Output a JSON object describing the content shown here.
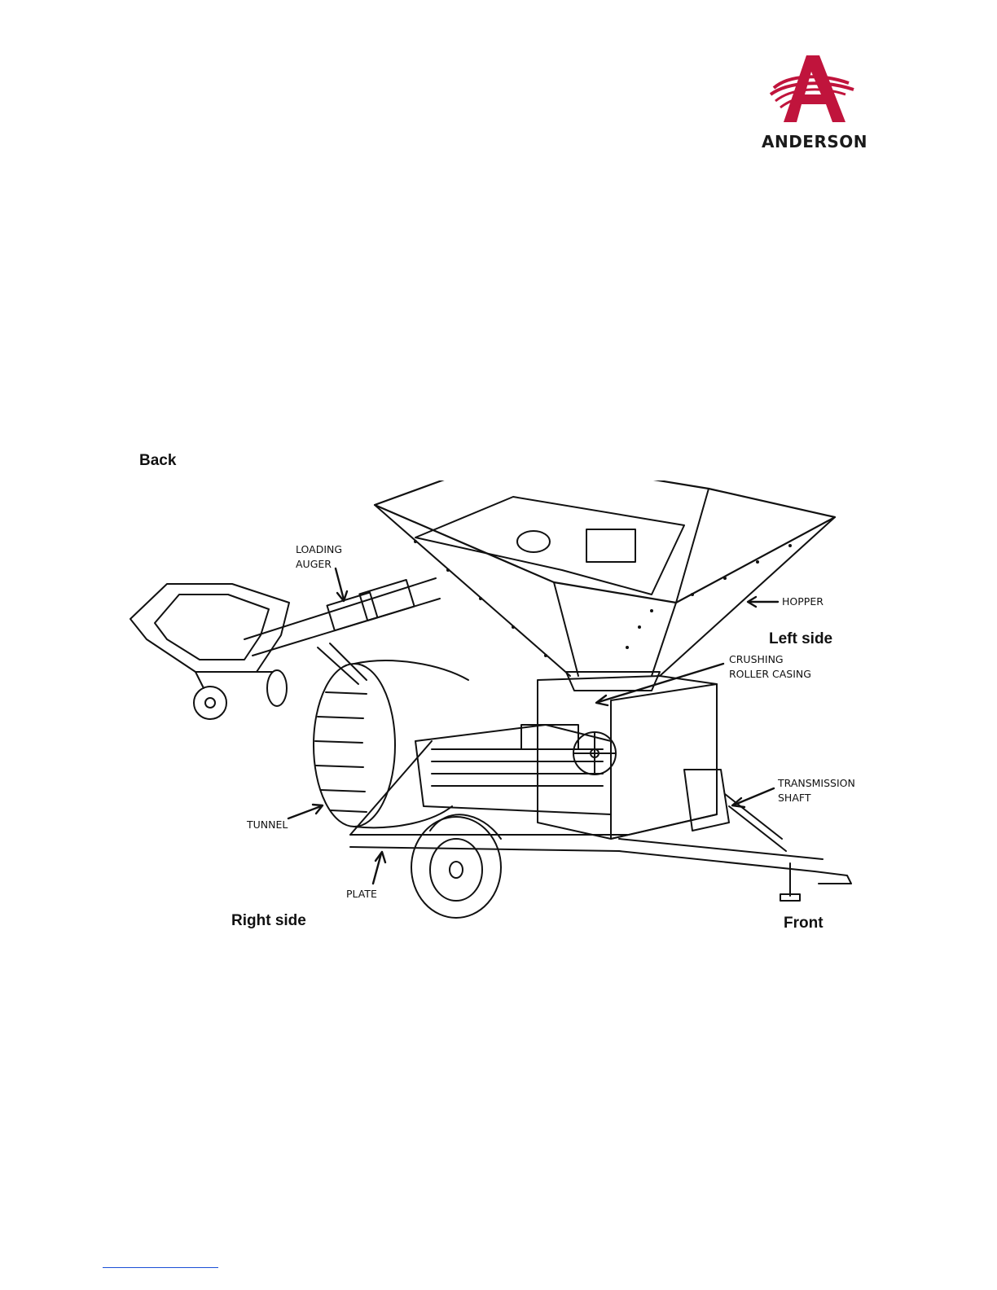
{
  "logo": {
    "name": "ANDERSON",
    "colors": {
      "brand": "#c0143c",
      "text": "#1a1a1a"
    }
  },
  "orientation": {
    "back": "Back",
    "left_side": "Left side",
    "right_side": "Right side",
    "front": "Front"
  },
  "callouts": {
    "loading_auger": "LOADING\nAUGER",
    "hopper": "HOPPER",
    "crushing_roller_casing": "CRUSHING\nROLLER CASING",
    "transmission_shaft": "TRANSMISSION\nSHAFT",
    "tunnel": "TUNNEL",
    "plate": "PLATE"
  },
  "colors": {
    "line": "#111111",
    "footer_link": "#1a4fd6"
  }
}
